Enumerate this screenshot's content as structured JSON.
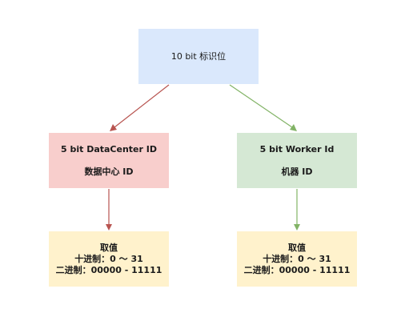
{
  "top": {
    "label": "10 bit 标识位",
    "fill": "#dae8fc"
  },
  "datacenter": {
    "line1": "5 bit DataCenter ID",
    "line2": "数据中心 ID",
    "fill": "#f8cecc"
  },
  "worker": {
    "line1": "5 bit Worker Id",
    "line2": "机器 ID",
    "fill": "#d5e8d4"
  },
  "range_left": {
    "title": "取值",
    "decimal": "十进制：0 ～ 31",
    "binary": "二进制：00000 - 11111",
    "fill": "#fff2cc"
  },
  "range_right": {
    "title": "取值",
    "decimal": "十进制：0 ～ 31",
    "binary": "二进制：00000 - 11111",
    "fill": "#fff2cc"
  },
  "colors": {
    "red_arrow": "#b85450",
    "green_arrow": "#82b366"
  }
}
